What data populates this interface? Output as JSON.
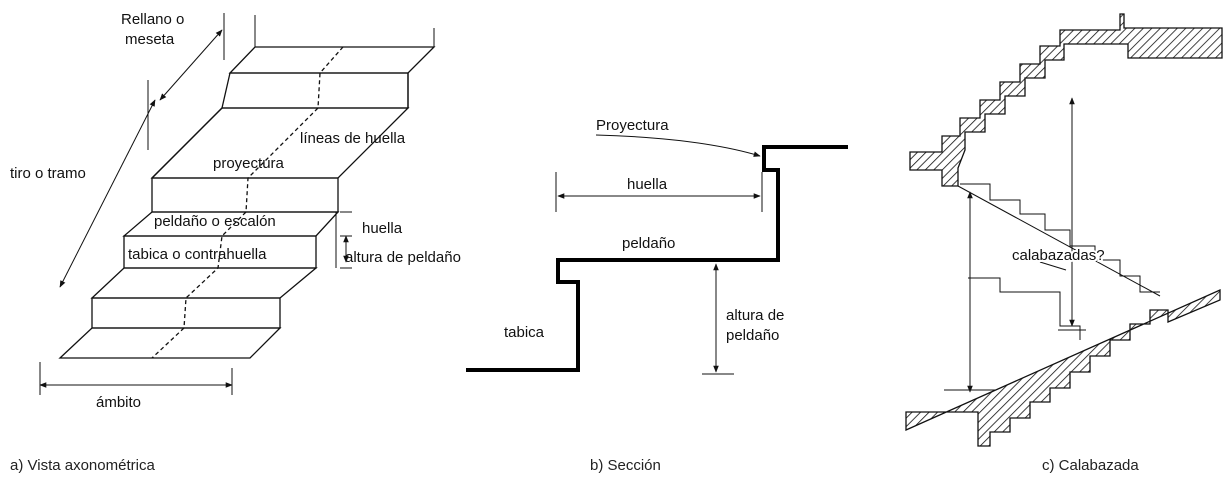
{
  "figure_a": {
    "caption": "a) Vista axonométrica",
    "labels": {
      "rellano_1": "Rellano o",
      "rellano_2": "meseta",
      "tiro": "tiro o tramo",
      "lineas": "líneas de huella",
      "proyectura": "proyectura",
      "peldano": "peldaño o escalón",
      "tabica": "tabica o contrahuella",
      "huella": "huella",
      "altura": "altura de peldaño",
      "ambito": "ámbito"
    }
  },
  "figure_b": {
    "caption": "b) Sección",
    "labels": {
      "proyectura": "Proyectura",
      "huella": "huella",
      "peldano": "peldaño",
      "tabica": "tabica",
      "altura_1": "altura de",
      "altura_2": "peldaño"
    }
  },
  "figure_c": {
    "caption": "c) Calabazada",
    "labels": {
      "calabazadas": "calabazadas?"
    }
  }
}
